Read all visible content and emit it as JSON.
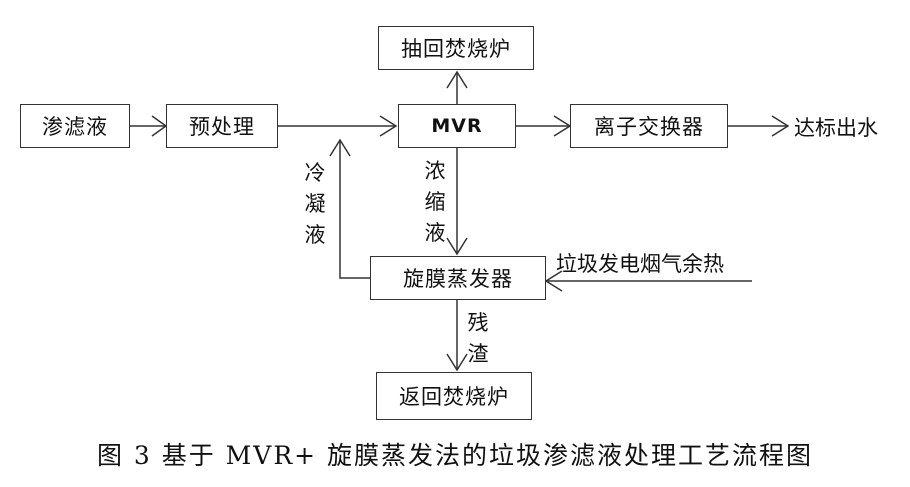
{
  "nodes": {
    "leachate": "渗滤液",
    "pretreatment": "预处理",
    "mvr": "MVR",
    "ion_exchanger": "离子交换器",
    "return_incinerator_top": "抽回焚烧炉",
    "film_evaporator": "旋膜蒸发器",
    "return_incinerator_bottom": "返回焚烧炉"
  },
  "labels": {
    "discharge": "达标出水",
    "condensate": "冷凝液",
    "concentrate": "浓缩液",
    "waste_heat": "垃圾发电烟气余热",
    "residue": "残渣"
  },
  "caption": "图 3  基于 MVR+ 旋膜蒸发法的垃圾渗滤液处理工艺流程图"
}
